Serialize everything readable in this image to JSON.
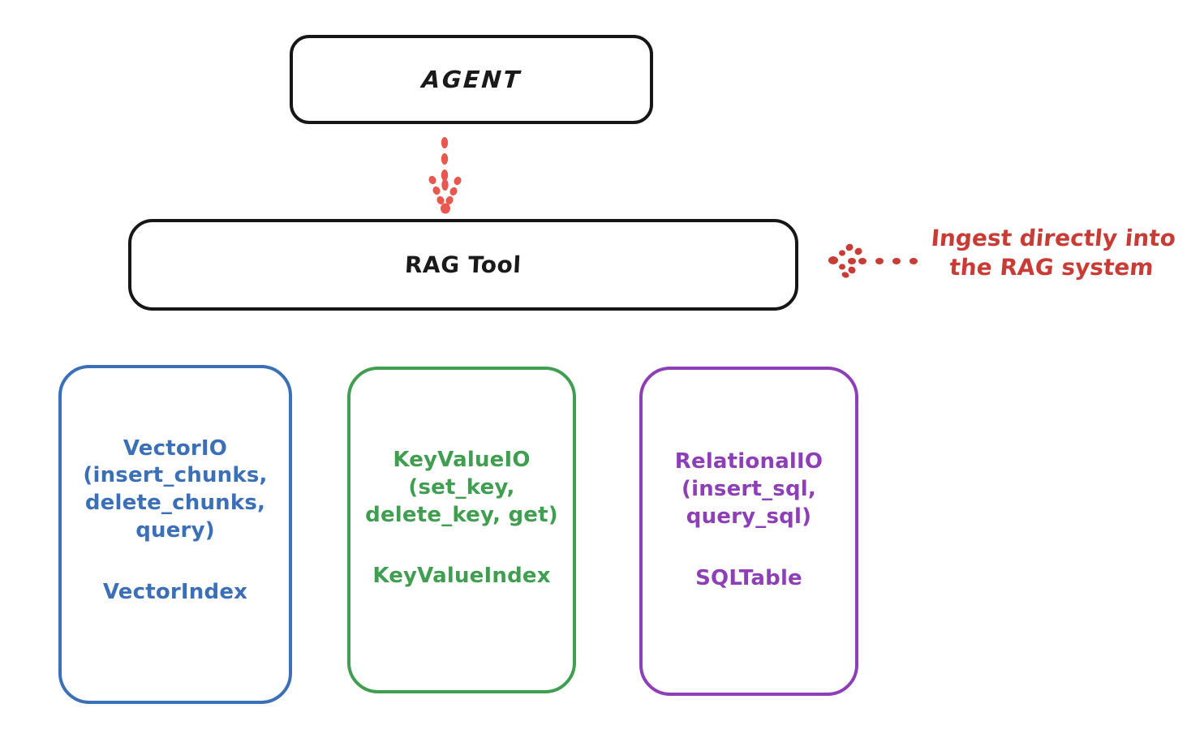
{
  "diagram": {
    "title_node": {
      "label": "AGENT"
    },
    "tool_node": {
      "label": "RAG Tool"
    },
    "annotation": {
      "line1": "Ingest directly into",
      "line2": "the RAG system",
      "color": "#c93c36",
      "arrow_icon": "dotted-arrow-left-icon"
    },
    "flow_arrow": {
      "icon": "dotted-arrow-down-icon",
      "color": "#e8584f",
      "from": "AGENT",
      "to": "RAG Tool"
    },
    "providers": [
      {
        "id": "vector",
        "title": "VectorIO\n(insert_chunks,\ndelete_chunks,\nquery)",
        "index": "VectorIndex",
        "color": "#3b6fb8"
      },
      {
        "id": "keyvalue",
        "title": "KeyValueIO\n(set_key,\ndelete_key, get)",
        "index": "KeyValueIndex",
        "color": "#3f9e50"
      },
      {
        "id": "relational",
        "title": "RelationalIO\n(insert_sql,\nquery_sql)",
        "index": "SQLTable",
        "color": "#8e3fb8"
      }
    ]
  }
}
